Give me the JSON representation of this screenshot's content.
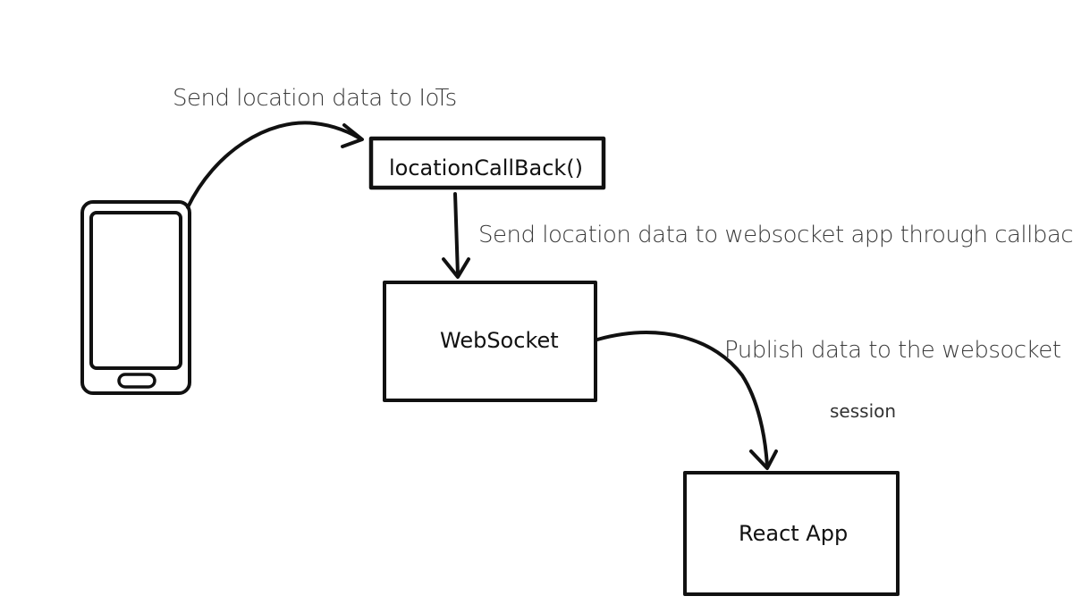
{
  "nodes": {
    "callback": {
      "label": "locationCallBack()"
    },
    "websocket": {
      "label": "WebSocket"
    },
    "react": {
      "label": "React App"
    }
  },
  "edges": {
    "phone_to_callback": {
      "label": "Send location data to IoTs"
    },
    "callback_to_websocket": {
      "label": "Send location data to websocket app through callback"
    },
    "websocket_to_react": {
      "label_line1": "Publish data to the websocket",
      "label_line2": "session"
    }
  },
  "colors": {
    "ink": "#111111",
    "background": "#ffffff"
  }
}
